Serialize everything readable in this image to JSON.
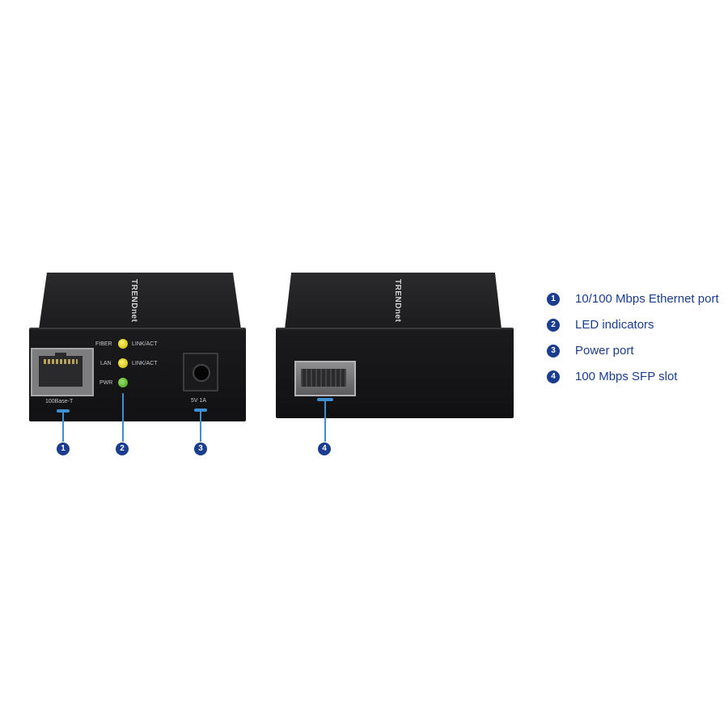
{
  "device1": {
    "brand": "TRENDnet",
    "rj45_label": "100Base-T",
    "led_rows": [
      {
        "left_label": "FIBER",
        "right_label": "LINK/ACT",
        "color": "#e8dc2a"
      },
      {
        "left_label": "LAN",
        "right_label": "LINK/ACT",
        "color": "#e8dc2a"
      },
      {
        "left_label": "PWR",
        "right_label": "",
        "color": "#6cc23a"
      }
    ],
    "power_label": "5V  1A"
  },
  "device2": {
    "brand": "TRENDnet"
  },
  "callouts": [
    "1",
    "2",
    "3",
    "4"
  ],
  "legend": [
    {
      "number": "1",
      "text": "10/100 Mbps Ethernet port"
    },
    {
      "number": "2",
      "text": "LED indicators"
    },
    {
      "number": "3",
      "text": "Power port"
    },
    {
      "number": "4",
      "text": "100 Mbps SFP slot"
    }
  ],
  "colors": {
    "accent": "#1b3d8f",
    "leader": "#3f8fd0",
    "device": "#151517"
  }
}
